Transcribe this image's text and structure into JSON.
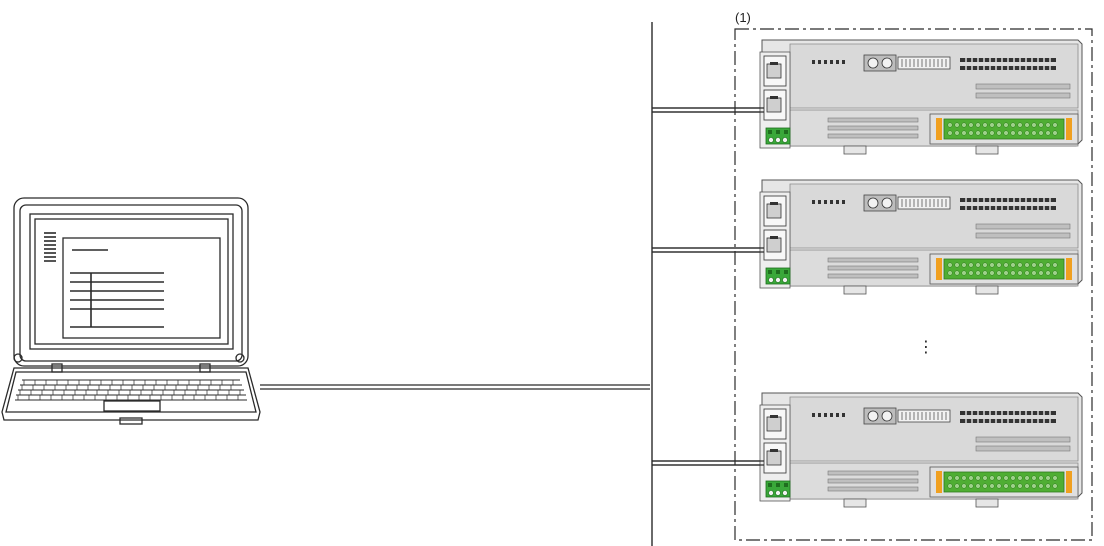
{
  "group": {
    "label": "(1)"
  },
  "ellipsis": "⋮",
  "modules": [
    {
      "id": "module-1"
    },
    {
      "id": "module-2"
    },
    {
      "id": "module-3"
    }
  ],
  "colors": {
    "line": "#2b2b2b",
    "module_body": "#e6e6e6",
    "module_shade": "#cfcfcf",
    "terminal_green": "#4fae33",
    "terminal_orange": "#f0a020",
    "connector_green": "#3aa83a"
  },
  "icons": [
    "laptop-icon",
    "ethernet-port-icon",
    "terminal-block-icon",
    "power-connector-icon"
  ]
}
